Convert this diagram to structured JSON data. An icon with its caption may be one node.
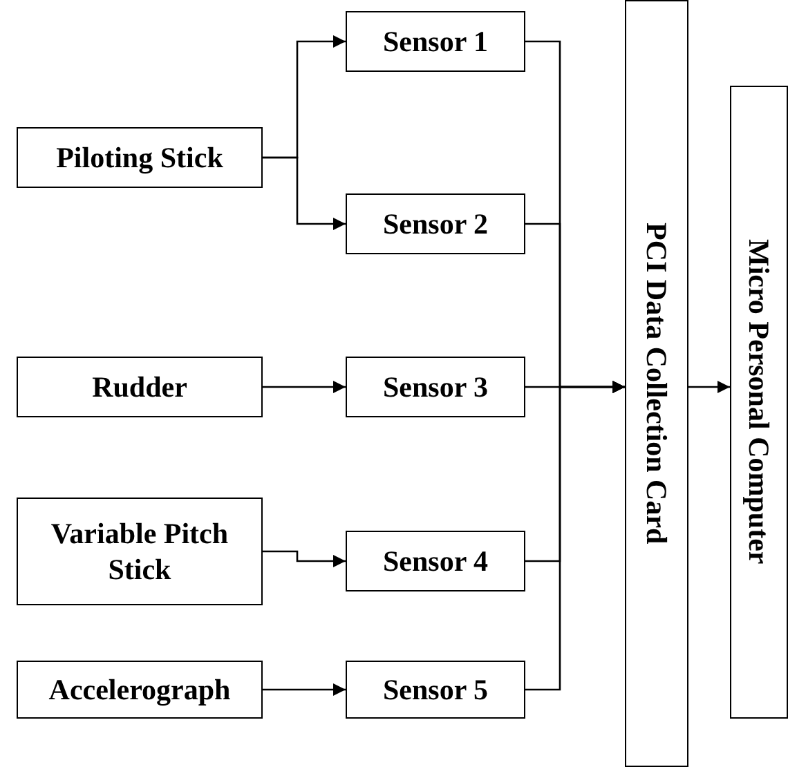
{
  "diagram": {
    "nodes": [
      {
        "text": [
          "Piloting Stick"
        ]
      },
      {
        "text": [
          "Rudder"
        ]
      },
      {
        "text": [
          "Variable Pitch Stick"
        ]
      },
      {
        "text": [
          "Accelerograph"
        ]
      },
      {
        "text": [
          "Sensor 1"
        ]
      },
      {
        "text": [
          "Sensor 2"
        ]
      },
      {
        "text": [
          "Sensor 3"
        ]
      },
      {
        "text": [
          "Sensor 4"
        ]
      },
      {
        "text": [
          "Sensor 5"
        ]
      },
      {
        "text": [
          "PCI Data Collection Card"
        ]
      },
      {
        "text": [
          "Micro Personal Computer"
        ]
      }
    ],
    "edges": [
      {
        "from": 0,
        "to": 4,
        "arrow": "to"
      },
      {
        "from": 0,
        "to": 5,
        "arrow": "to"
      },
      {
        "from": 1,
        "to": 6,
        "arrow": "to"
      },
      {
        "from": 2,
        "to": 7,
        "arrow": "to"
      },
      {
        "from": 3,
        "to": 8,
        "arrow": "to"
      },
      {
        "from": 4,
        "to": 9,
        "arrow": "to"
      },
      {
        "from": 5,
        "to": 9,
        "arrow": "to"
      },
      {
        "from": 6,
        "to": 9,
        "arrow": "to"
      },
      {
        "from": 7,
        "to": 9,
        "arrow": "to"
      },
      {
        "from": 8,
        "to": 9,
        "arrow": "to"
      },
      {
        "from": 9,
        "to": 10,
        "arrow": "to"
      }
    ]
  }
}
